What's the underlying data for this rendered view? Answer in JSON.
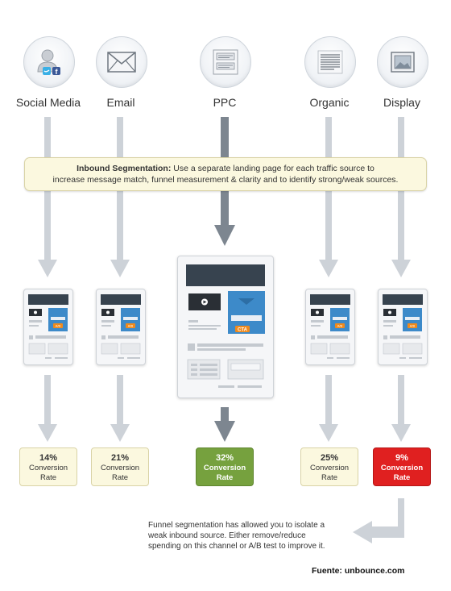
{
  "sources": [
    {
      "label": "Social Media",
      "icon": "social-user-icon"
    },
    {
      "label": "Email",
      "icon": "envelope-icon"
    },
    {
      "label": "PPC",
      "icon": "ad-document-icon"
    },
    {
      "label": "Organic",
      "icon": "text-document-icon"
    },
    {
      "label": "Display",
      "icon": "image-frame-icon"
    }
  ],
  "segmentation": {
    "title": "Inbound Segmentation:",
    "line1": " Use a separate landing page for each traffic source to",
    "line2": "increase message match, funnel measurement & clarity and to identify strong/weak sources."
  },
  "landing_page": {
    "cta_label": "CTA",
    "ab_label": "A/B"
  },
  "results": [
    {
      "pct": "14%",
      "l1": "Conversion",
      "l2": "Rate",
      "status": "normal"
    },
    {
      "pct": "21%",
      "l1": "Conversion",
      "l2": "Rate",
      "status": "normal"
    },
    {
      "pct": "32%",
      "l1": "Conversion",
      "l2": "Rate",
      "status": "best"
    },
    {
      "pct": "25%",
      "l1": "Conversion",
      "l2": "Rate",
      "status": "normal"
    },
    {
      "pct": "9%",
      "l1": "Conversion",
      "l2": "Rate",
      "status": "worst"
    }
  ],
  "note": {
    "line1": "Funnel segmentation has allowed you to isolate a",
    "line2": "weak inbound source. Either remove/reduce",
    "line3": "spending on this channel or A/B test to improve it."
  },
  "credit": "Fuente: unbounce.com",
  "colors": {
    "arrow_light": "#cdd2d8",
    "arrow_dark": "#7d8690",
    "best": "#76a13e",
    "worst": "#e02020",
    "callout": "#fbf8df",
    "page_dark": "#37434f",
    "page_blue": "#3d8ac9",
    "cta_orange": "#f08a1c"
  }
}
